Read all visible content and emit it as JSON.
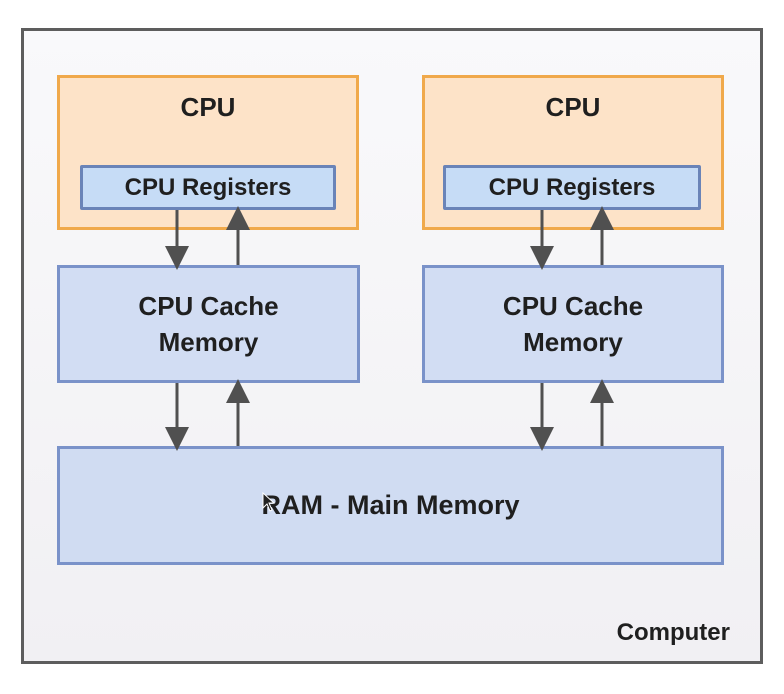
{
  "diagram": {
    "container_label": "Computer",
    "cpus": [
      {
        "title": "CPU",
        "registers_label": "CPU Registers",
        "cache_label_line1": "CPU Cache",
        "cache_label_line2": "Memory"
      },
      {
        "title": "CPU",
        "registers_label": "CPU Registers",
        "cache_label_line1": "CPU Cache",
        "cache_label_line2": "Memory"
      }
    ],
    "main_memory_label": "RAM - Main Memory",
    "connections": [
      {
        "from": "CPU Registers (left)",
        "to": "CPU Cache Memory (left)",
        "direction": "bidirectional"
      },
      {
        "from": "CPU Cache Memory (left)",
        "to": "RAM - Main Memory",
        "direction": "bidirectional"
      },
      {
        "from": "CPU Registers (right)",
        "to": "CPU Cache Memory (right)",
        "direction": "bidirectional"
      },
      {
        "from": "CPU Cache Memory (right)",
        "to": "RAM - Main Memory",
        "direction": "bidirectional"
      }
    ],
    "colors": {
      "cpu_fill": "#fde3c8",
      "cpu_border": "#f0a94b",
      "memory_fill": "#d2ddf3",
      "memory_border": "#7a92c9",
      "arrow": "#505050"
    }
  }
}
